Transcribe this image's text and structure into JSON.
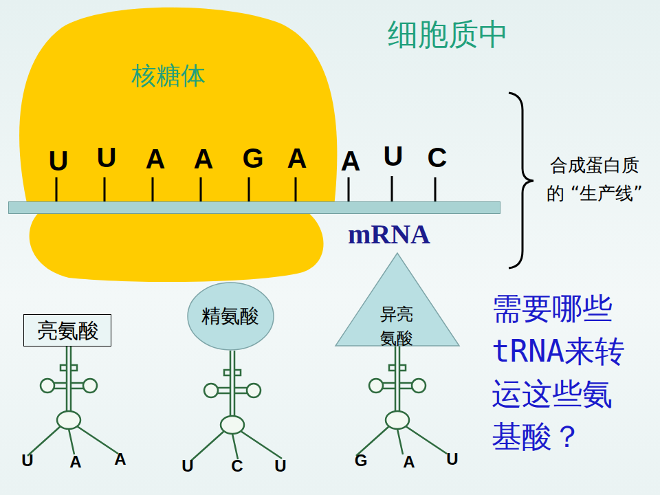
{
  "diagram": {
    "title": "细胞质中",
    "nodes": [
      {
        "text": [
          "核糖体"
        ]
      },
      {
        "text": [
          "mRNA"
        ]
      },
      {
        "text": [
          "亮氨酸"
        ]
      },
      {
        "text": [
          "精氨酸"
        ]
      },
      {
        "text": [
          "异亮 氨酸"
        ]
      }
    ],
    "labels": [
      "U",
      "U",
      "A",
      "A",
      "G",
      "A",
      "A",
      "U",
      "C",
      "合成蛋白质 的 “生产线”",
      "需要哪些 tRNA来转 运这些氨 基酸？",
      "U",
      "A",
      "A",
      "U",
      "C",
      "U",
      "G",
      "A",
      "U"
    ]
  }
}
